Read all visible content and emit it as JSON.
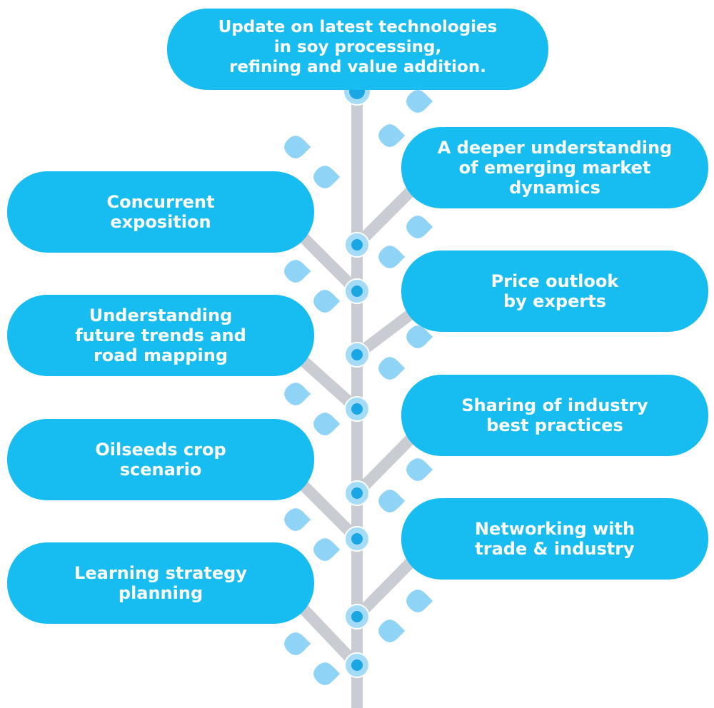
{
  "diagram": {
    "colors": {
      "pill": "#17bdf0",
      "trunk": "#c9cdd3",
      "leaf": "#8fd3f6",
      "node_outer": "#a4dcf7",
      "node_inner": "#1aa6e4",
      "text": "#ffffff"
    },
    "top": {
      "text": "Update on latest technologies\nin soy processing,\nrefining and value addition."
    },
    "left_items": [
      {
        "text": "Concurrent\nexposition"
      },
      {
        "text": "Understanding\nfuture trends and\nroad mapping"
      },
      {
        "text": "Oilseeds crop\nscenario"
      },
      {
        "text": "Learning strategy\nplanning"
      }
    ],
    "right_items": [
      {
        "text": "A deeper understanding\nof emerging market\ndynamics"
      },
      {
        "text": "Price outlook\nby experts"
      },
      {
        "text": "Sharing of industry\nbest practices"
      },
      {
        "text": "Networking with\ntrade & industry"
      }
    ]
  }
}
